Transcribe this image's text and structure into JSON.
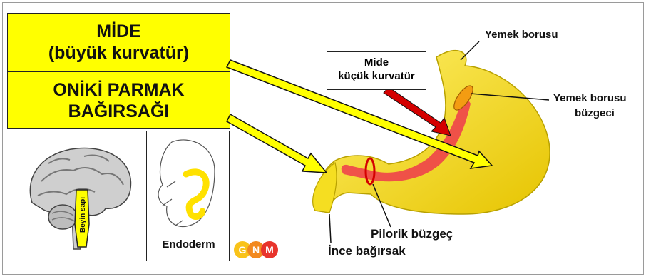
{
  "box_stomach": {
    "line1": "MİDE",
    "line2": "(büyük kurvatür)"
  },
  "box_duodenum": {
    "line1": "ONİKİ PARMAK",
    "line2": "BAĞIRSAĞI"
  },
  "brain_panel": {
    "stem_label": "Beyin sapı"
  },
  "embryo_panel": {
    "label": "Endoderm"
  },
  "logo": {
    "letters": [
      "G",
      "N",
      "M"
    ]
  },
  "labels": {
    "lesser_curvature_1": "Mide",
    "lesser_curvature_2": "küçük kurvatür",
    "esophagus": "Yemek borusu",
    "sphincter_1": "Yemek borusu",
    "sphincter_2": "büzgeci",
    "pyloric": "Pilorik büzgeç",
    "small_intestine": "İnce bağırsak"
  },
  "colors": {
    "yellow": "#ffff00",
    "stomach": "#f7e01c",
    "mucosa": "#ee3a4c",
    "sphincter": "#f39c12",
    "arrow_red": "#d40000"
  }
}
